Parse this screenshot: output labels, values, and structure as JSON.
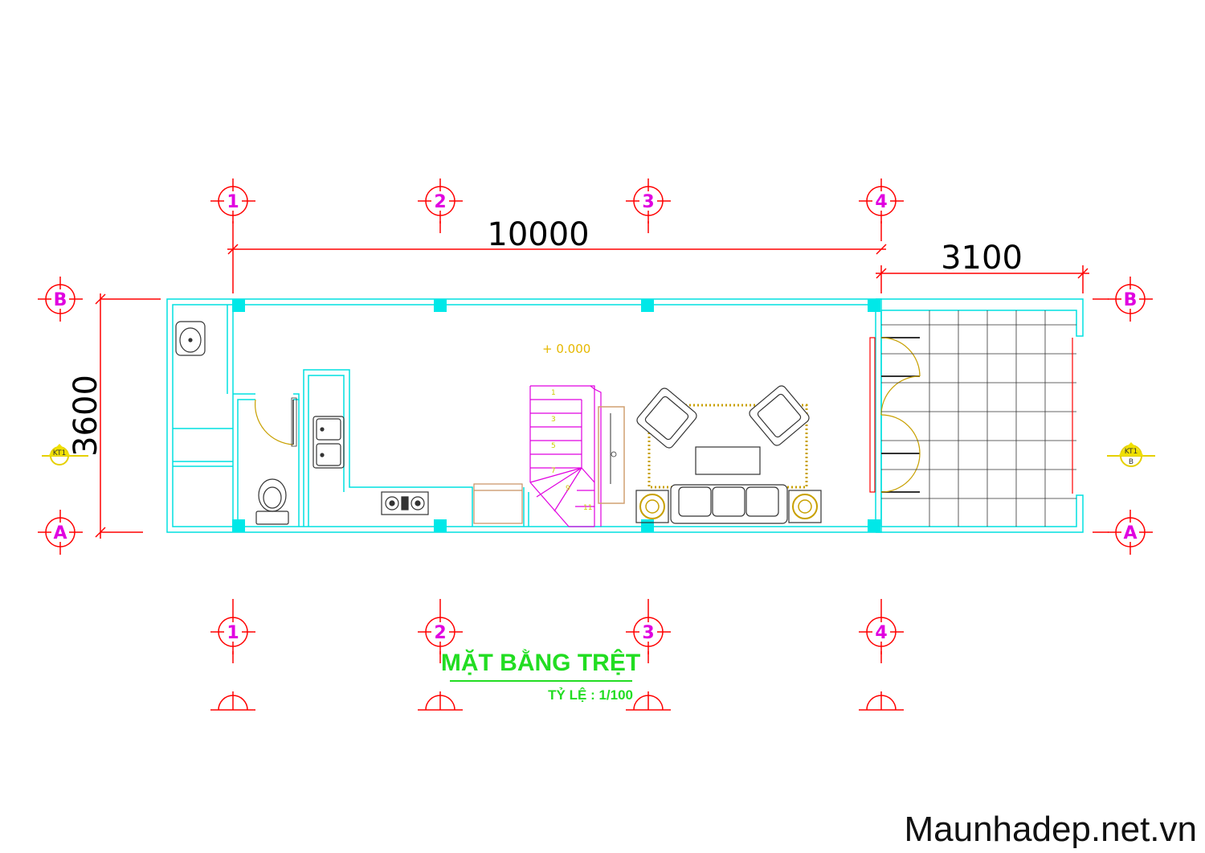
{
  "drawing": {
    "title": "MẶT BẰNG TRỆT",
    "scale": "TỶ LỆ : 1/100",
    "level": "+ 0.000",
    "watermark": "Maunhadep.net.vn"
  },
  "grid_axes": {
    "columns": [
      "1",
      "2",
      "3",
      "4"
    ],
    "rows": [
      "B",
      "A"
    ]
  },
  "dimensions": {
    "length_main": "10000",
    "length_porch": "3100",
    "width": "3600"
  },
  "stair_steps": [
    "1",
    "3",
    "5",
    "7",
    "9",
    "11"
  ],
  "section_markers": {
    "left": "KT1",
    "right_top": "KT1",
    "right_bottom": "B"
  },
  "colors": {
    "grid_lines": "#ff0000",
    "axis_labels": "#e000e0",
    "walls": "#00e0e0",
    "columns": "#00e0e0",
    "stairs": "#e000e0",
    "furniture_gold": "#c8a000",
    "title": "#22dd22"
  }
}
